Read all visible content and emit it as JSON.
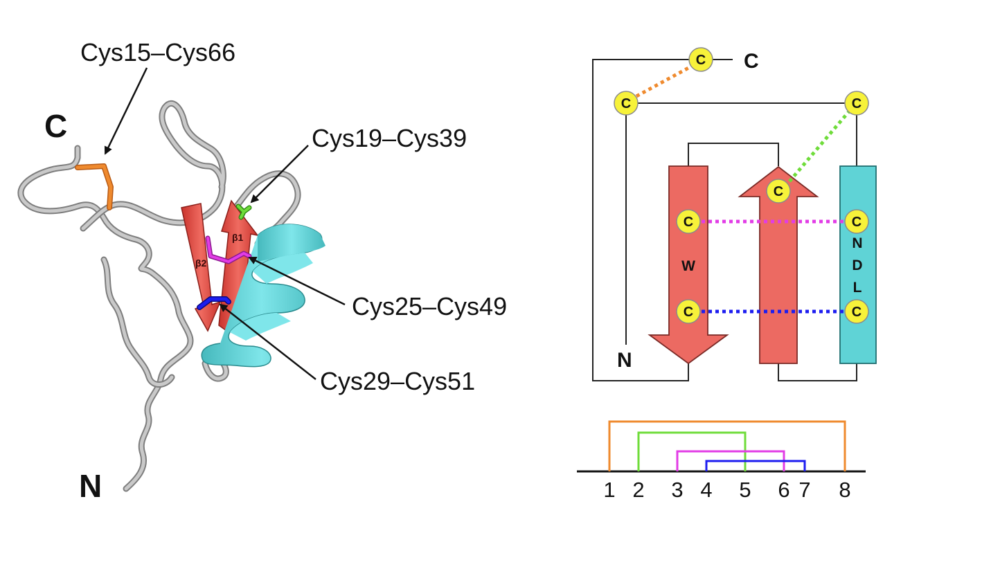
{
  "colors": {
    "orange": "#ef8a2e",
    "green": "#6fdc3a",
    "magenta": "#e23ce6",
    "blue": "#1d1df0",
    "strand": "#ec6a62",
    "helix": "#5fd3d6",
    "cysteine": "#f7f23a",
    "coil": "#a8a8a8"
  },
  "structure3d": {
    "c_terminus": "C",
    "n_terminus": "N",
    "beta1": "β1",
    "beta2": "β2",
    "disulfides": [
      {
        "label": "Cys15–Cys66",
        "color": "orange"
      },
      {
        "label": "Cys19–Cys39",
        "color": "green"
      },
      {
        "label": "Cys25–Cys49",
        "color": "magenta"
      },
      {
        "label": "Cys29–Cys51",
        "color": "blue"
      }
    ]
  },
  "topology": {
    "c_terminus": "C",
    "n_terminus": "N",
    "cysteine_label": "C",
    "residue_w": "W",
    "residues_helix": [
      "N",
      "D",
      "L"
    ]
  },
  "connectivity": {
    "positions": [
      "1",
      "2",
      "3",
      "4",
      "5",
      "6",
      "7",
      "8"
    ],
    "pairs": [
      {
        "from": 1,
        "to": 8,
        "color": "orange"
      },
      {
        "from": 2,
        "to": 5,
        "color": "green"
      },
      {
        "from": 3,
        "to": 6,
        "color": "magenta"
      },
      {
        "from": 4,
        "to": 7,
        "color": "blue"
      }
    ]
  }
}
